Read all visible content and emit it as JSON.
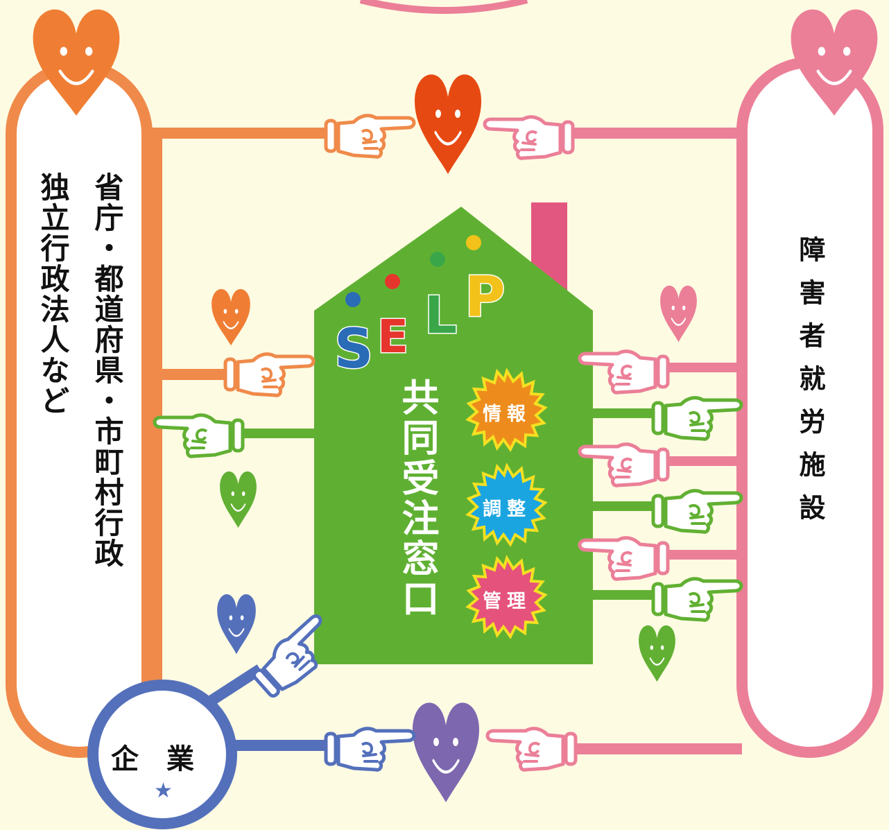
{
  "left_box": {
    "line1": "省庁・都道府県・市町村行政",
    "line2": "独立行政法人など"
  },
  "right_box": {
    "label": "障害者就労施設"
  },
  "house": {
    "logo": {
      "S": "S",
      "E": "E",
      "L": "L",
      "P": "P"
    },
    "title": "共同受注窓口",
    "badges": [
      {
        "label": "情報"
      },
      {
        "label": "調整"
      },
      {
        "label": "管理"
      }
    ]
  },
  "company": {
    "label": "企業",
    "star": "★"
  },
  "colors": {
    "background": "#fefbe3",
    "orange": "#ef8a4a",
    "pink": "#eb7f98",
    "green": "#61b033",
    "blue": "#5470bb",
    "house_green": "#5fb032",
    "chimney": "#e2577f",
    "heart_red": "#e64a12",
    "heart_purple": "#7d67ae"
  },
  "icons": [
    "heart-smile-icon",
    "pointing-hand-icon",
    "star-icon"
  ]
}
